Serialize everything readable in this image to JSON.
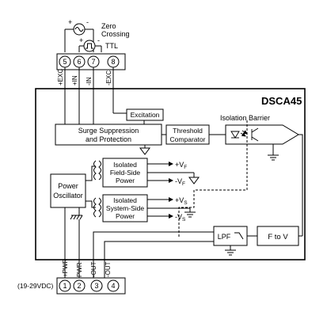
{
  "title": "DSCA45",
  "top": {
    "zero_crossing_line1": "Zero",
    "zero_crossing_line2": "Crossing",
    "ttl": "TTL",
    "plus": "+",
    "minus": "-"
  },
  "top_terminals": [
    "5",
    "6",
    "7",
    "8"
  ],
  "top_labels": [
    "+EXC",
    "+IN",
    "-IN",
    "-EXC"
  ],
  "blocks": {
    "excitation": "Excitation",
    "surge_line1": "Surge Suppression",
    "surge_line2": "and Protection",
    "threshold_line1": "Threshold",
    "threshold_line2": "Comparator",
    "isolation_barrier": "Isolation Barrier",
    "field_line1": "Isolated",
    "field_line2": "Field-Side",
    "field_line3": "Power",
    "osc_line1": "Power",
    "osc_line2": "Oscillator",
    "system_line1": "Isolated",
    "system_line2": "System-Side",
    "system_line3": "Power",
    "lpf": "LPF",
    "f_to_v": "F to V"
  },
  "supplies": {
    "vf_plus": "+V",
    "vf_minus": "-V",
    "vf_sub": "F",
    "vs_plus": "+V",
    "vs_minus": "-V",
    "vs_sub": "S"
  },
  "bottom_terminals": [
    "1",
    "2",
    "3",
    "4"
  ],
  "bottom_labels": [
    "+PWR",
    "PWR",
    "-OUT",
    "-OUT"
  ],
  "supply_voltage": "(19-29VDC)"
}
